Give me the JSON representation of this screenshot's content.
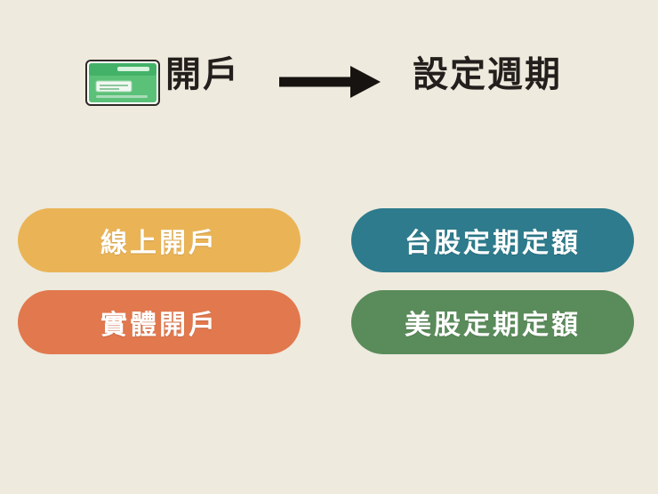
{
  "header": {
    "card_icon_name": "bank-card-icon",
    "left_label": "開戶",
    "arrow_icon_name": "right-arrow-icon",
    "right_label": "設定週期"
  },
  "columns": [
    {
      "name": "open-account-options",
      "options": [
        {
          "label": "線上開戶",
          "color": "#e9b košt"
        }
      ]
    }
  ],
  "buttons": {
    "online_account": {
      "label": "線上開戶",
      "color": "#eab456"
    },
    "physical_account": {
      "label": "實體開戶",
      "color": "#e2784d"
    },
    "tw_stock_plan": {
      "label": "台股定期定額",
      "color": "#2d7b8c"
    },
    "us_stock_plan": {
      "label": "美股定期定額",
      "color": "#5a8b5a"
    }
  },
  "colors": {
    "background": "#eeeade",
    "text_dark": "#231f1c",
    "text_light": "#ffffff",
    "card_green": "#4caf6d"
  }
}
